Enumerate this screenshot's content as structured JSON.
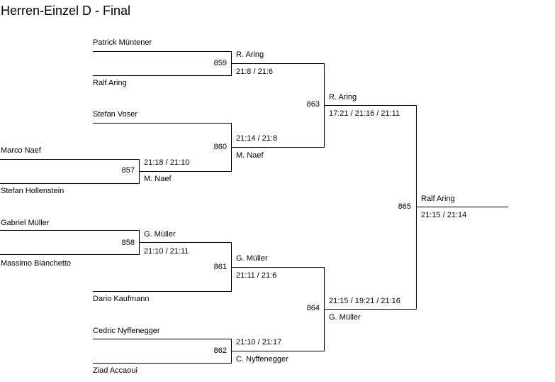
{
  "title": "Herren-Einzel D - Final",
  "players": {
    "p1": "Patrick Müntener",
    "p2": "Ralf Aring",
    "p3": "Stefan Voser",
    "p4": "Marco Naef",
    "p5": "Stefan Hollenstein",
    "p6": "Gabriel Müller",
    "p7": "Massimo Bianchetto",
    "p8": "Dario Kaufmann",
    "p9": "Cedric Nyffenegger",
    "p10": "Ziad Accaoui"
  },
  "matches": {
    "m857": {
      "id": "857",
      "winner": "M. Naef",
      "score": "21:18 / 21:10"
    },
    "m858": {
      "id": "858",
      "winner": "G. Müller",
      "score": "21:10 / 21:11"
    },
    "m859": {
      "id": "859",
      "winner": "R. Aring",
      "score": "21:8 / 21:6"
    },
    "m860": {
      "id": "860",
      "winner": "M. Naef",
      "score": "21:14 / 21:8"
    },
    "m861": {
      "id": "861",
      "winner": "G. Müller",
      "score": "21:11 / 21:6"
    },
    "m862": {
      "id": "862",
      "winner": "C. Nyffenegger",
      "score": "21:10 / 21:17"
    },
    "m863": {
      "id": "863",
      "winner": "R. Aring",
      "score": "17:21 / 21:16 / 21:11"
    },
    "m864": {
      "id": "864",
      "winner": "G. Müller",
      "score": "21:15 / 19:21 / 21:16"
    },
    "m865": {
      "id": "865",
      "winner": "Ralf Aring",
      "score": "21:15 / 21:14"
    }
  }
}
